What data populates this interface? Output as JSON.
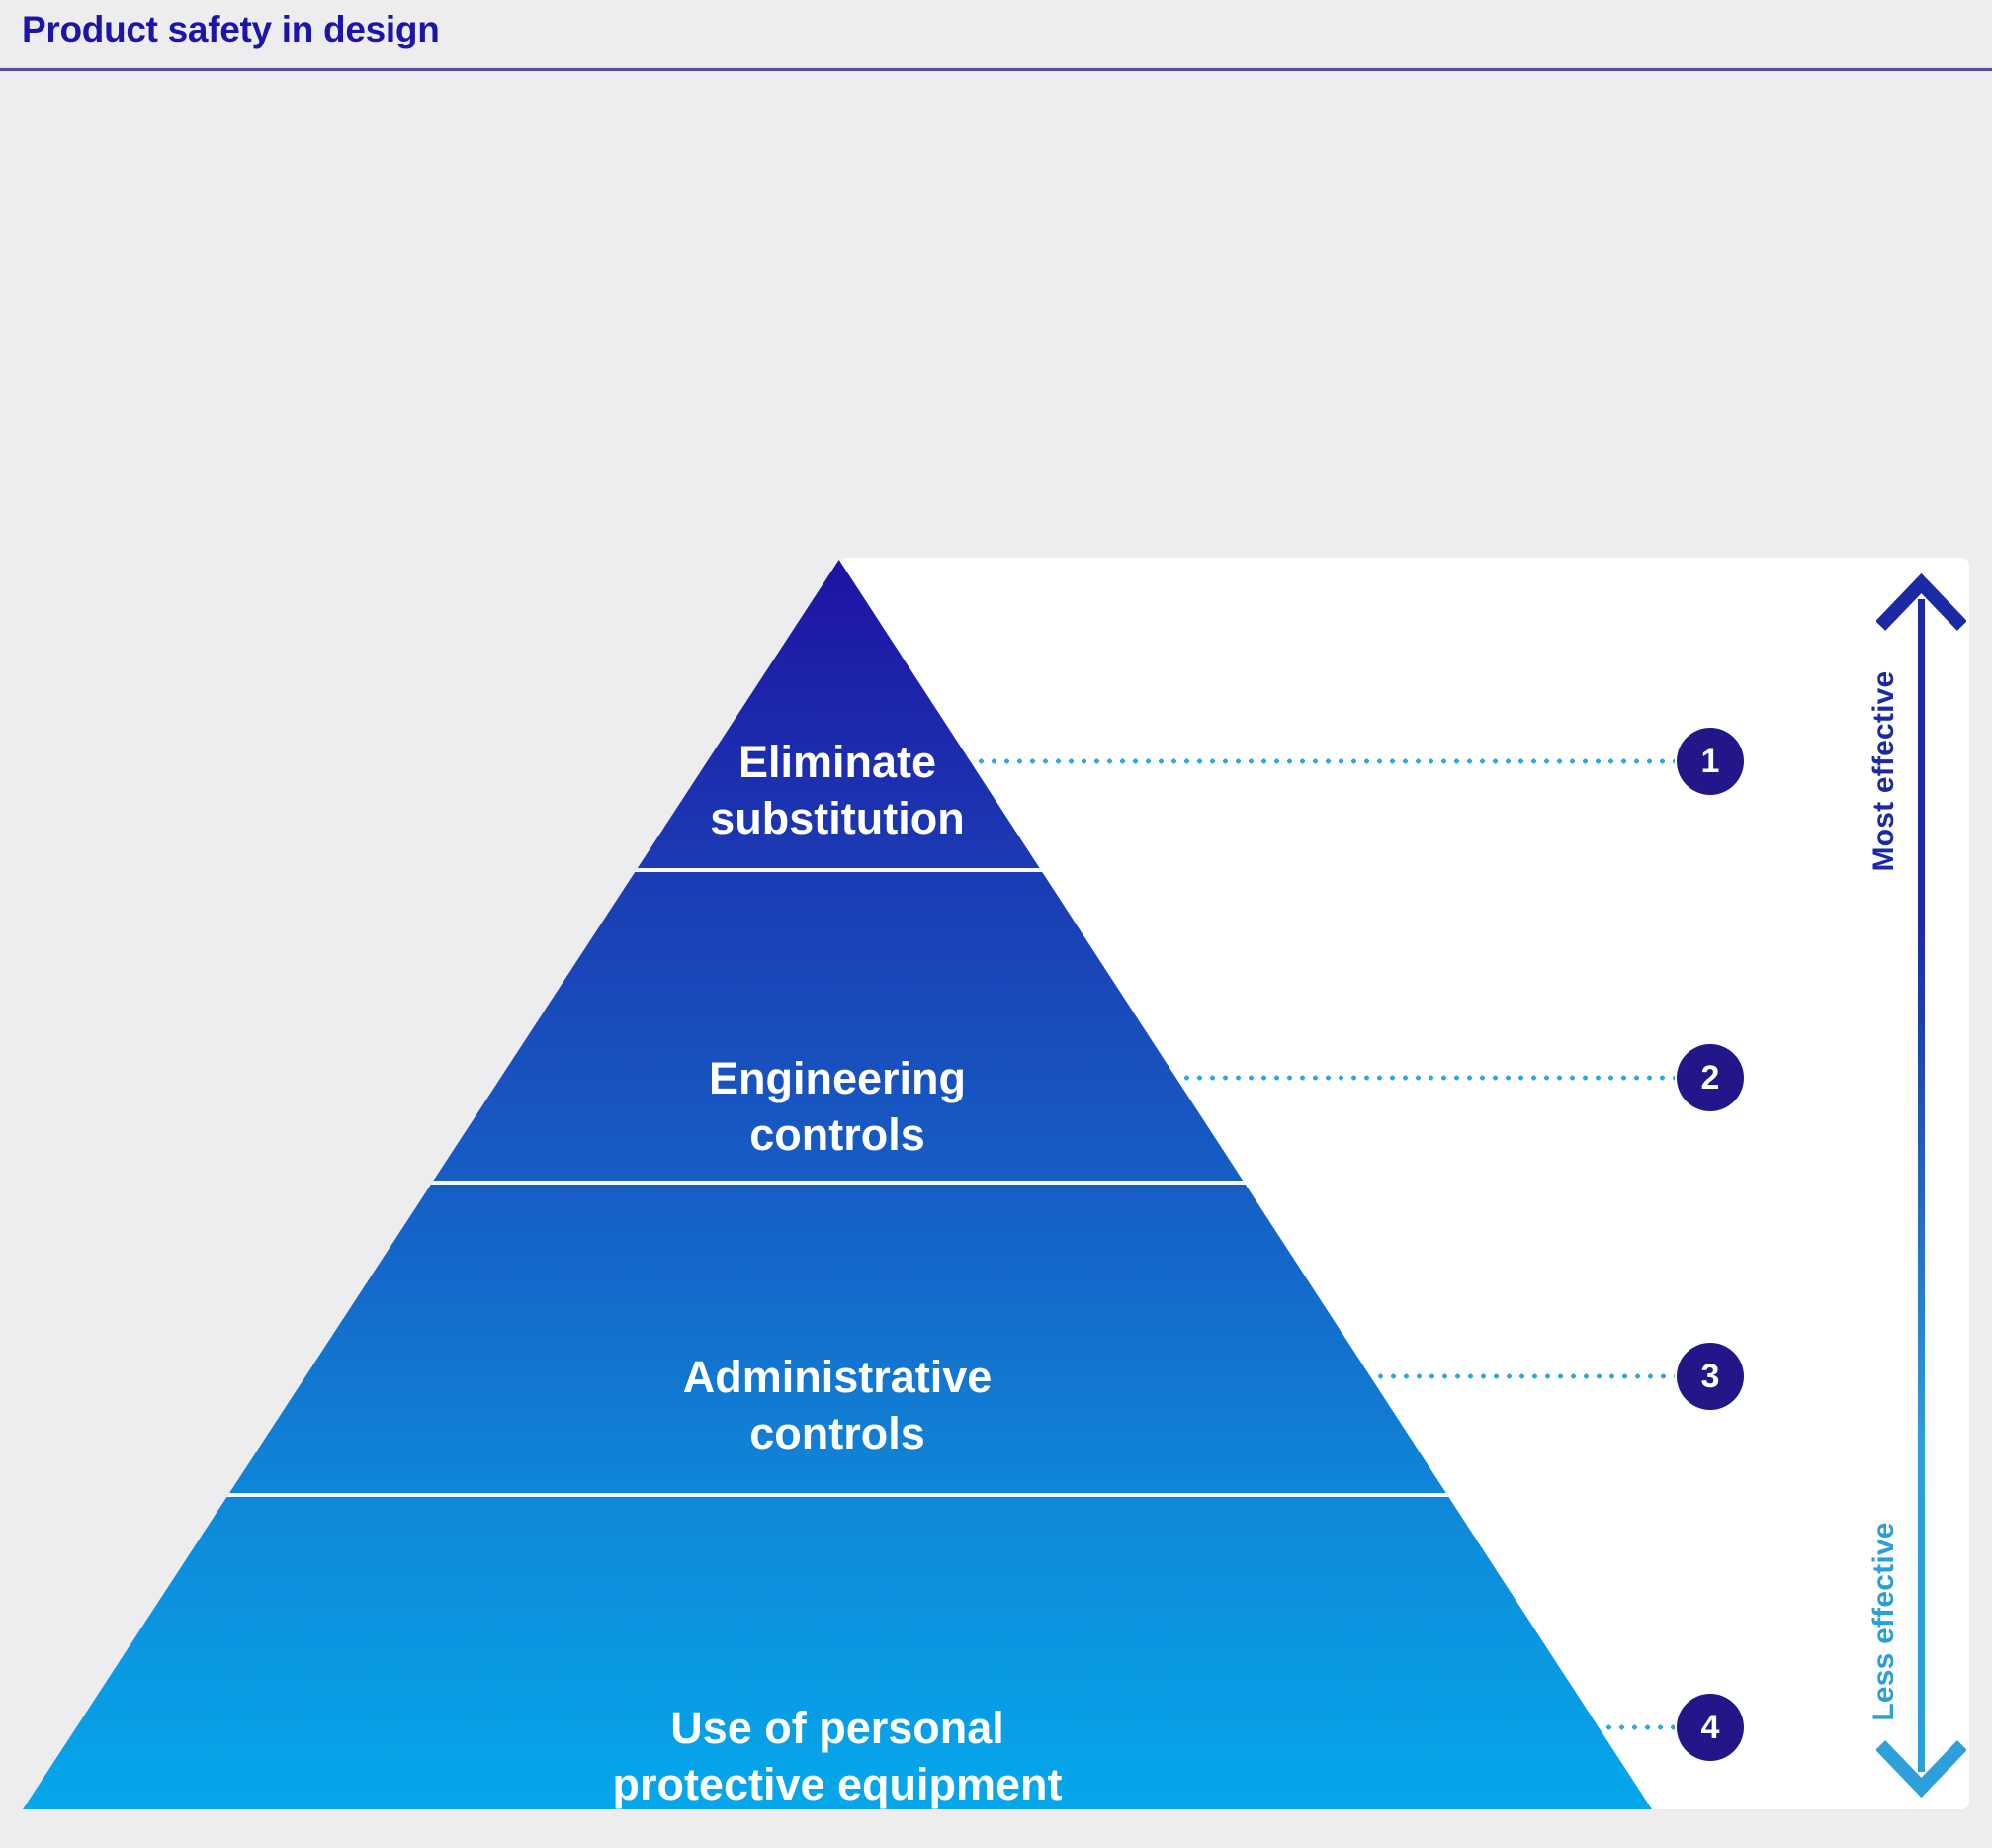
{
  "page": {
    "title": "Product safety in design"
  },
  "diagram": {
    "tiers": [
      {
        "number": "1",
        "line1": "Eliminate",
        "line2": "substitution"
      },
      {
        "number": "2",
        "line1": "Engineering",
        "line2": "controls"
      },
      {
        "number": "3",
        "line1": "Administrative",
        "line2": "controls"
      },
      {
        "number": "4",
        "line1": "Use of personal",
        "line2": "protective equipment"
      }
    ],
    "axis": {
      "top_label": "Most effective",
      "bottom_label": "Less effective"
    },
    "colors": {
      "background": "#ededef",
      "panel": "#ffffff",
      "title": "#1d14a8",
      "rule": "#5a4da6",
      "pyramid_top": "#1e13a4",
      "pyramid_bottom": "#05a7ea",
      "badge": "#221689",
      "dots": "#2fa9dd",
      "axis_top": "#1b2aa4",
      "axis_bottom": "#2b9fd9"
    }
  }
}
